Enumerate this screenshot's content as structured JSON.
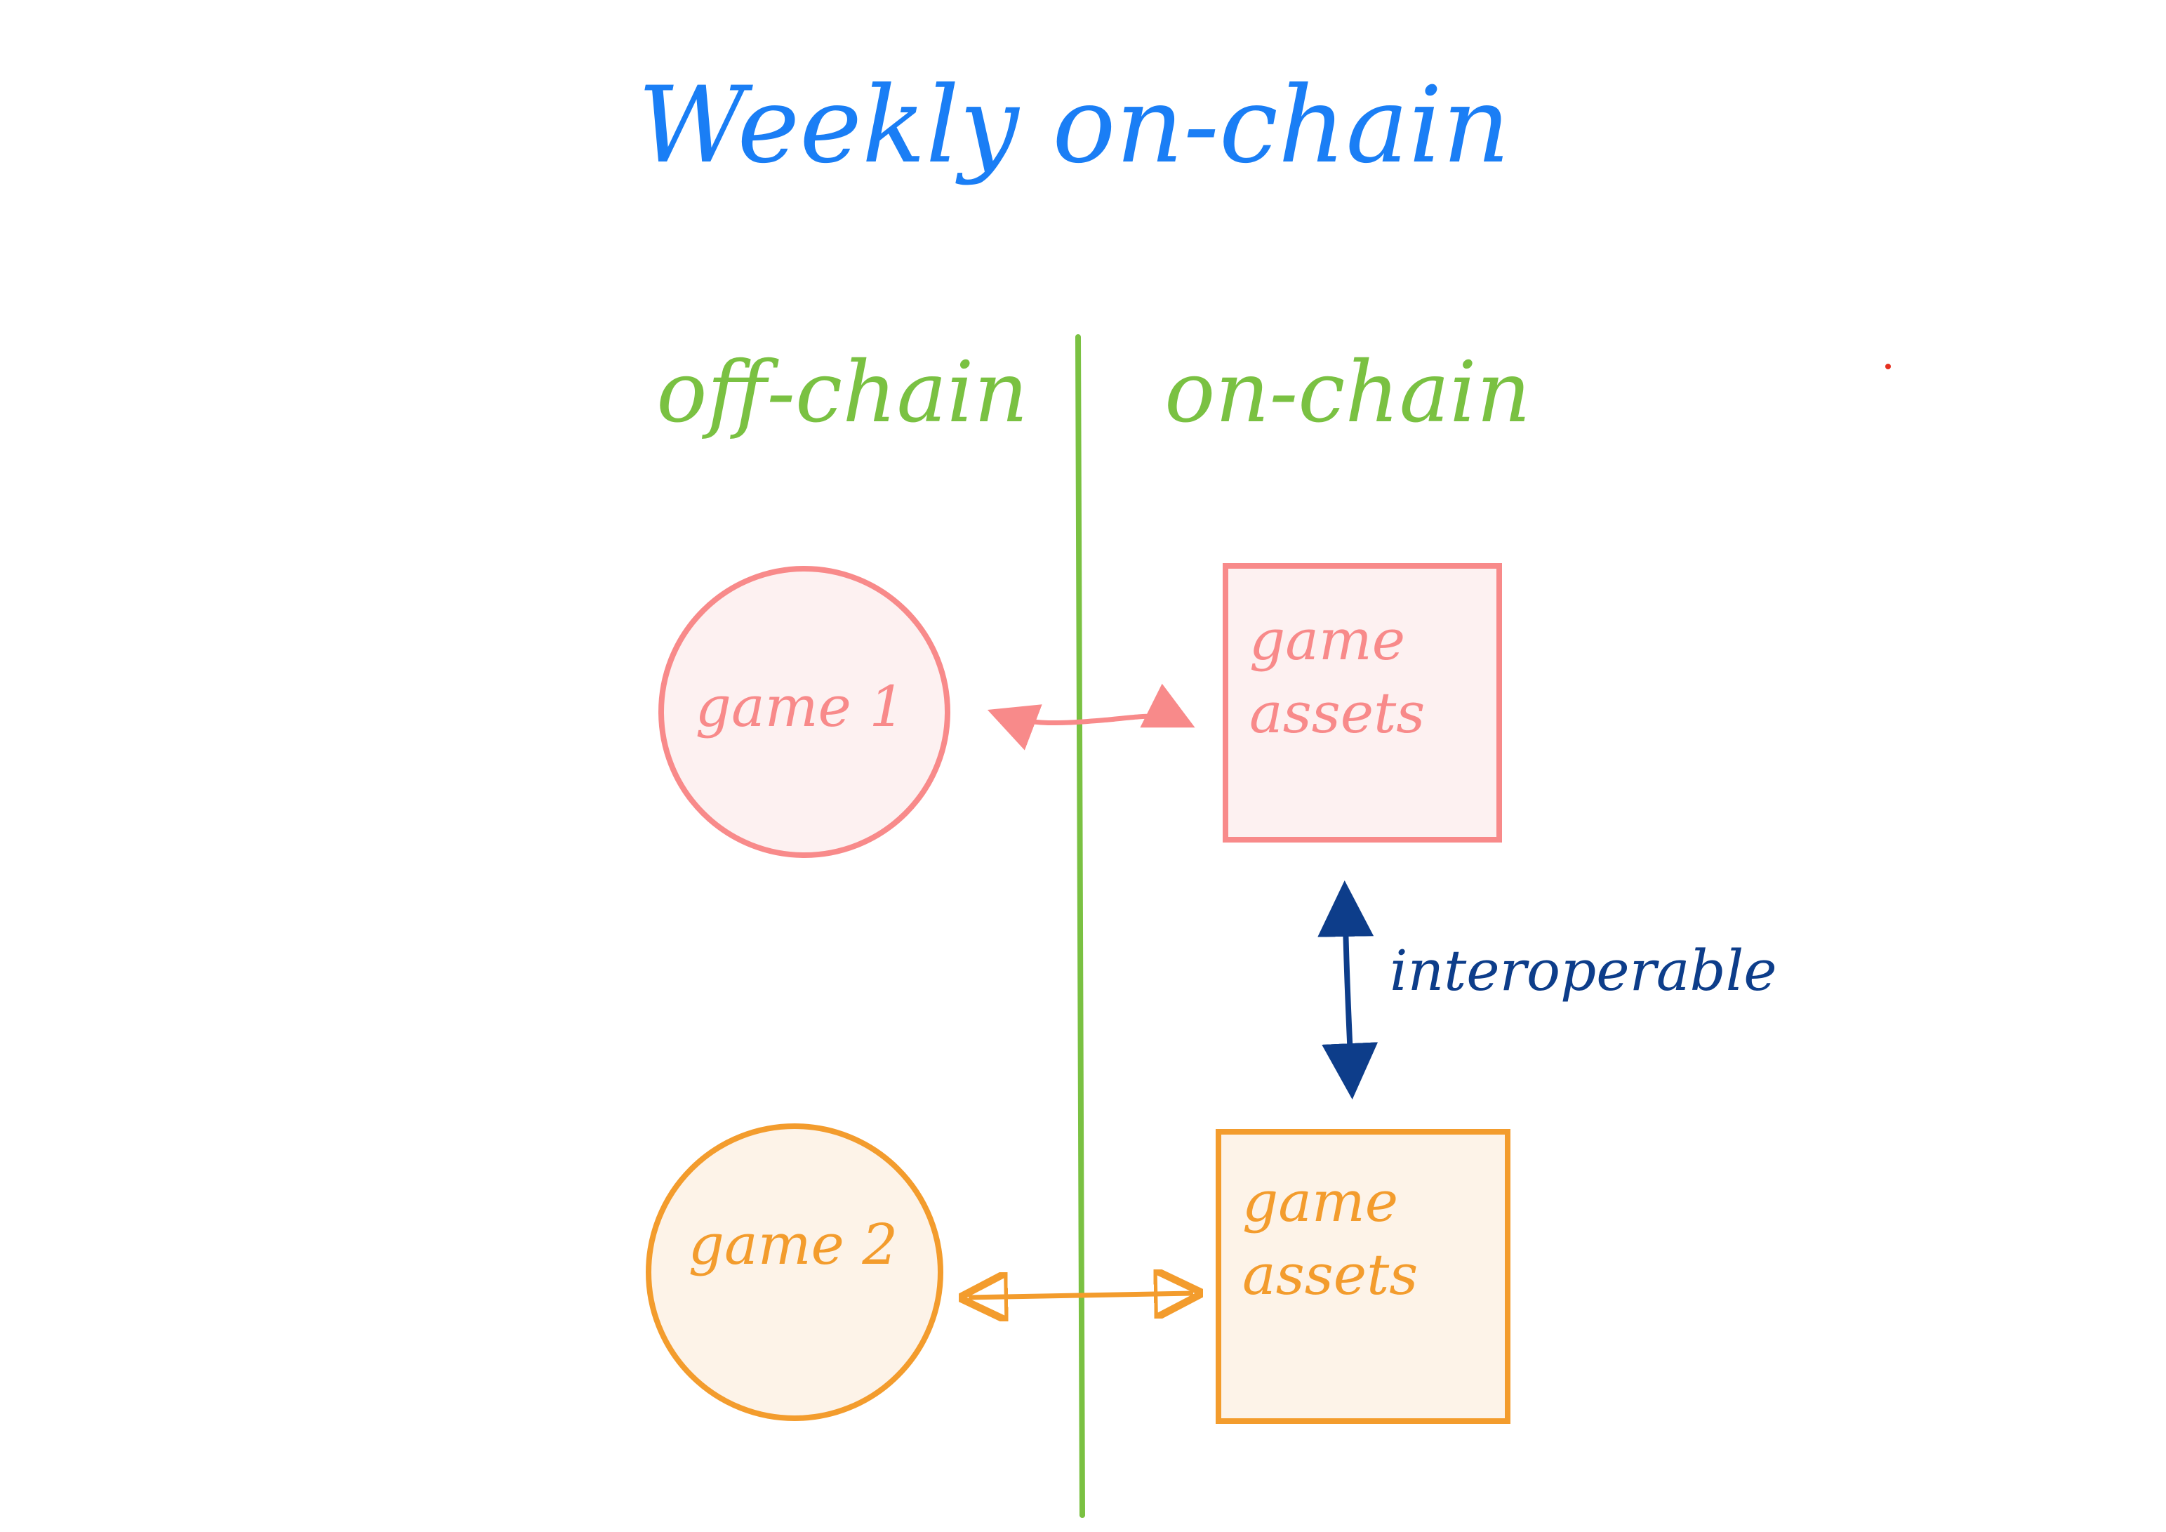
{
  "title": "Weekly on-chain",
  "columns": {
    "left_label": "off-chain",
    "right_label": "on-chain"
  },
  "nodes": {
    "game1": "game 1",
    "game2": "game 2",
    "assets1": "game assets",
    "assets2": "game assets"
  },
  "relation_label": "interoperable",
  "colors": {
    "title": "#1a7ef5",
    "columns": "#7ac142",
    "pink": "#f88a8a",
    "pink_fill": "#fdf1f1",
    "orange": "#f39c2d",
    "orange_fill": "#fdf3e8",
    "navy": "#0d3d8a",
    "dot": "#e53020"
  }
}
